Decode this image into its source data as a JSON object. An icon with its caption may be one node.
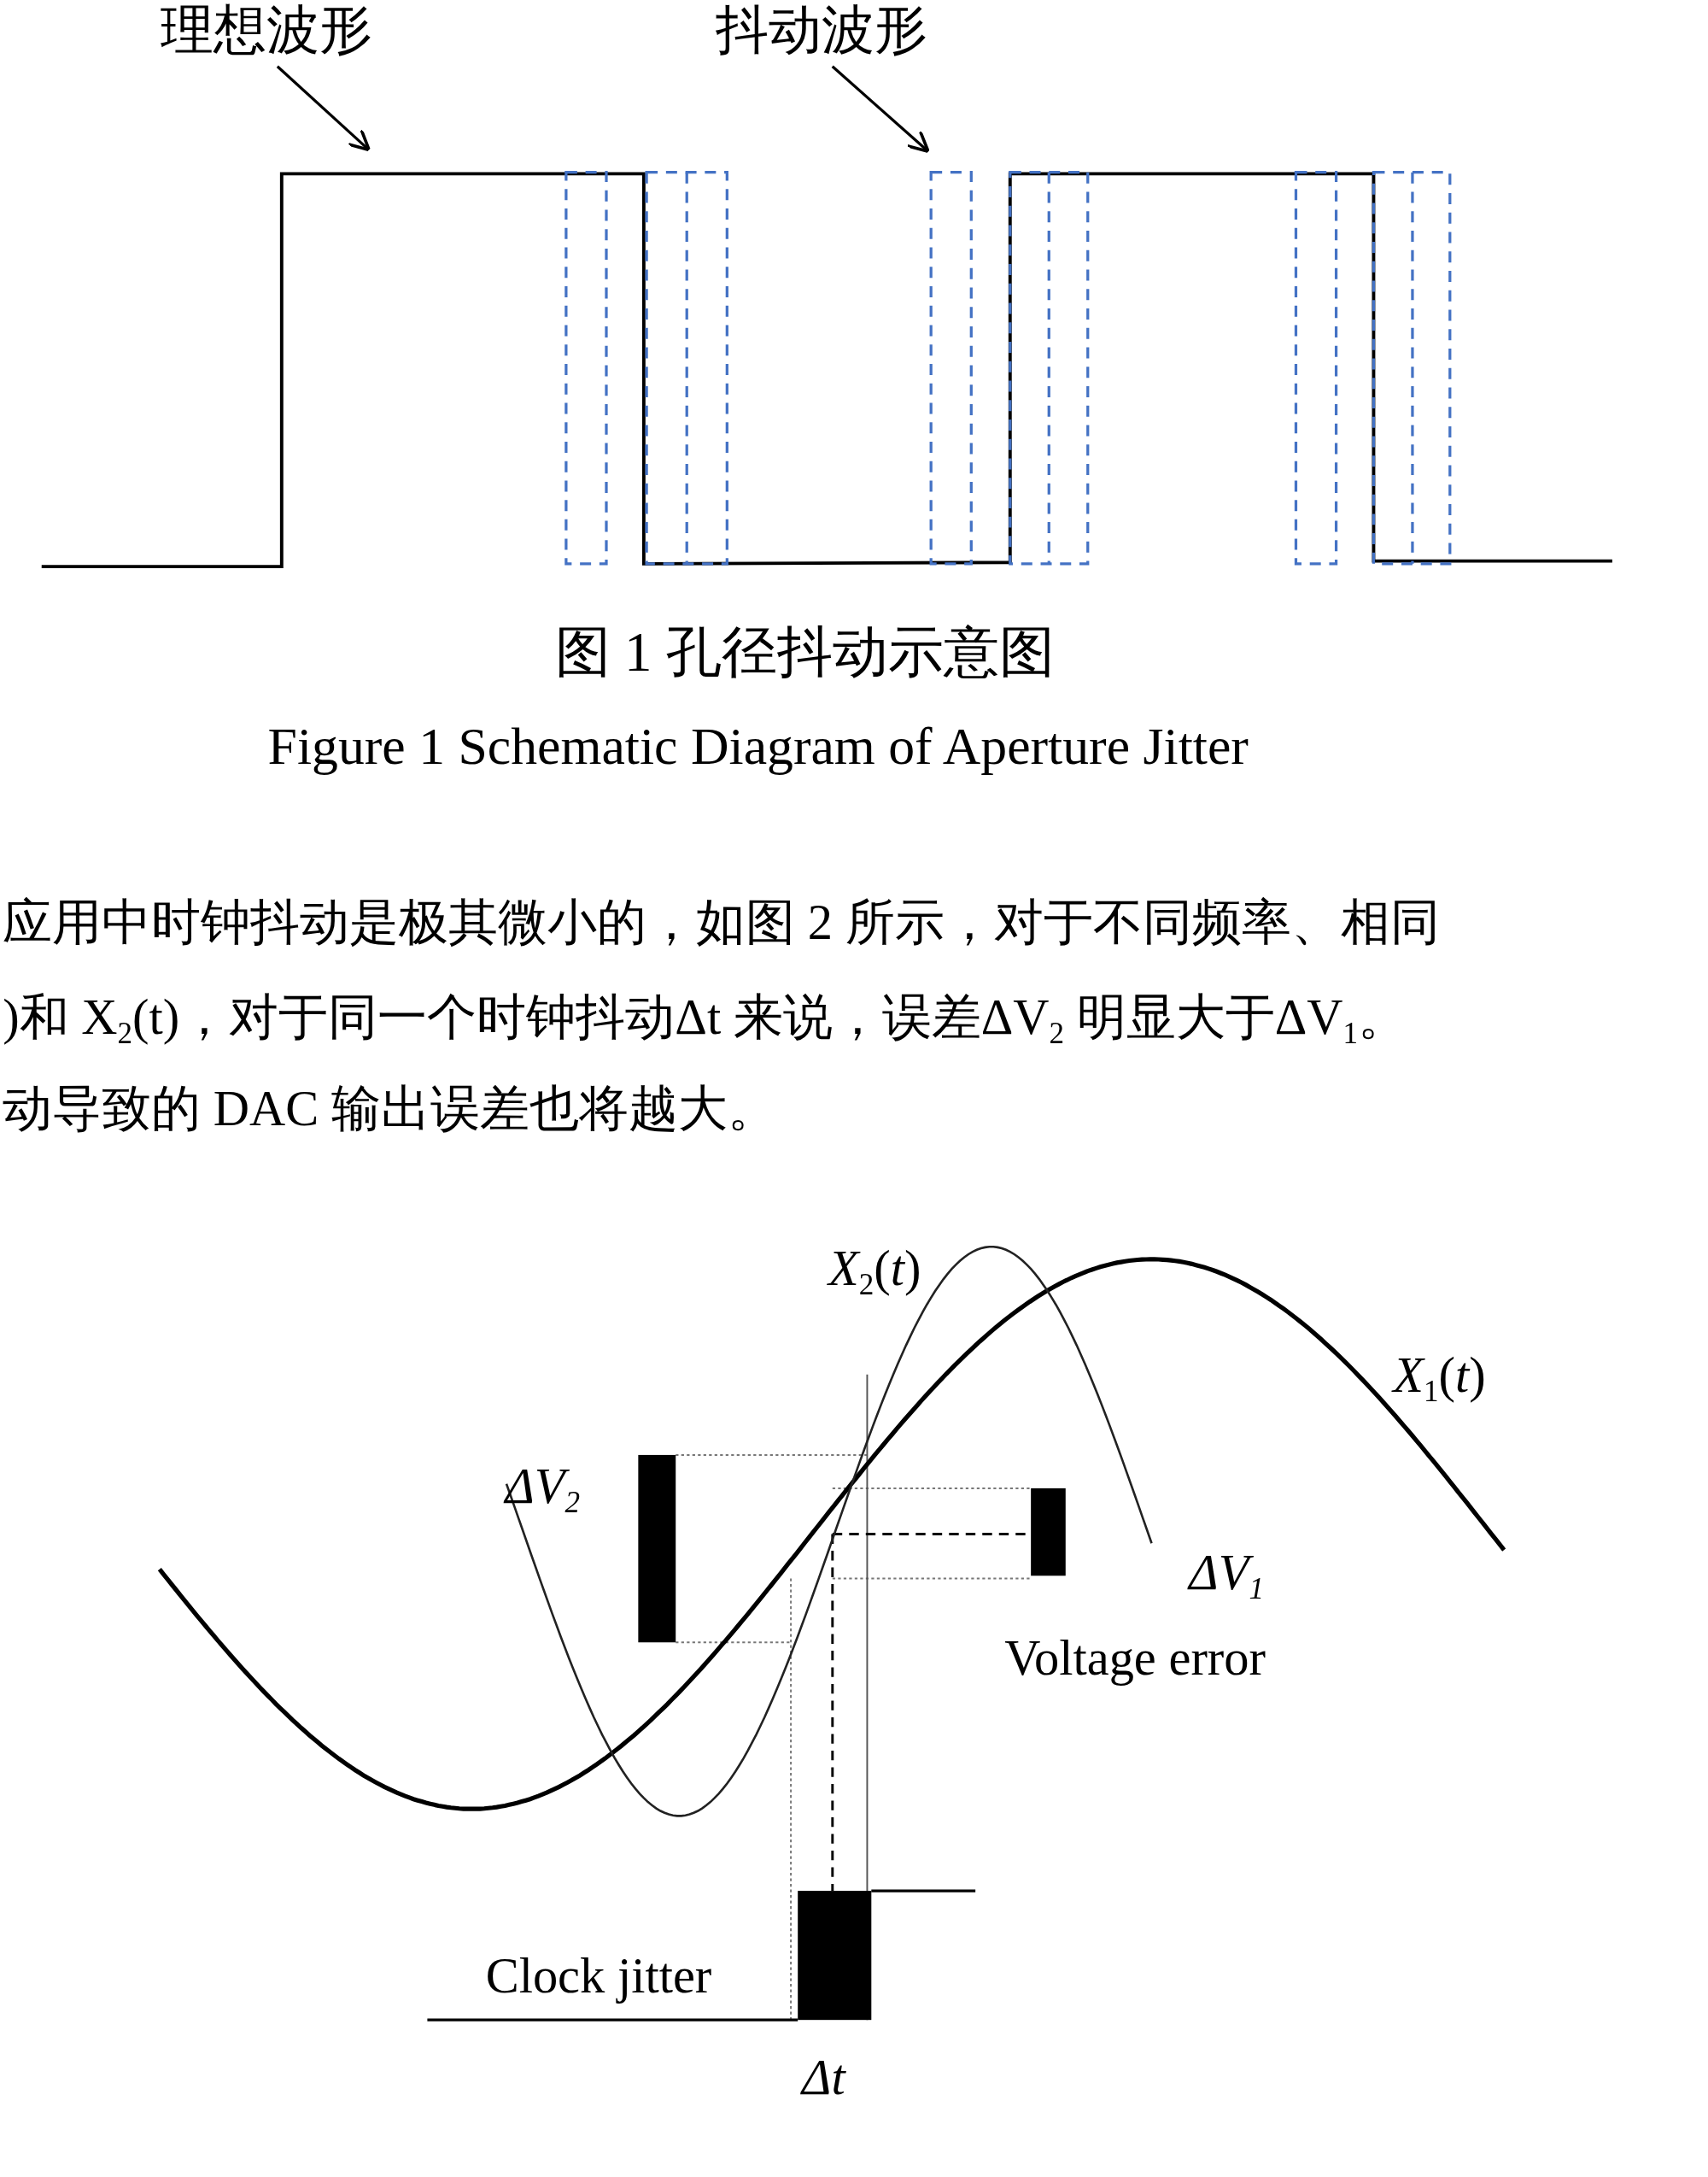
{
  "diagram": {
    "nodes": [
      {
        "text": [
          "理想波形"
        ]
      },
      {
        "text": [
          "抖动波形"
        ]
      }
    ],
    "edges": [
      {
        "from": 0,
        "to": null,
        "arrow": "to"
      },
      {
        "from": 1,
        "to": null,
        "arrow": "to"
      }
    ],
    "labels": [
      "图 1  孔径抖动示意图",
      "Figure 1 Schematic Diagram of Aperture Jitter",
      "应用中时钟抖动是极其微小的，如图 2 所示，对于不同频率、相同",
      ")和 X$_{2}$(t)，对于同一个时钟抖动Δt 来说，误差ΔV$_{2}$ 明显大于ΔV$_{1}$。",
      "动导致的 DAC 输出误差也将越大。",
      "*X*$_{2}$(*t*)",
      "*X*$_{1}$(*t*)",
      "ΔV$_{2}$",
      "ΔV$_{1}$",
      "Voltage error",
      "Clock jitter",
      "Δt"
    ]
  }
}
